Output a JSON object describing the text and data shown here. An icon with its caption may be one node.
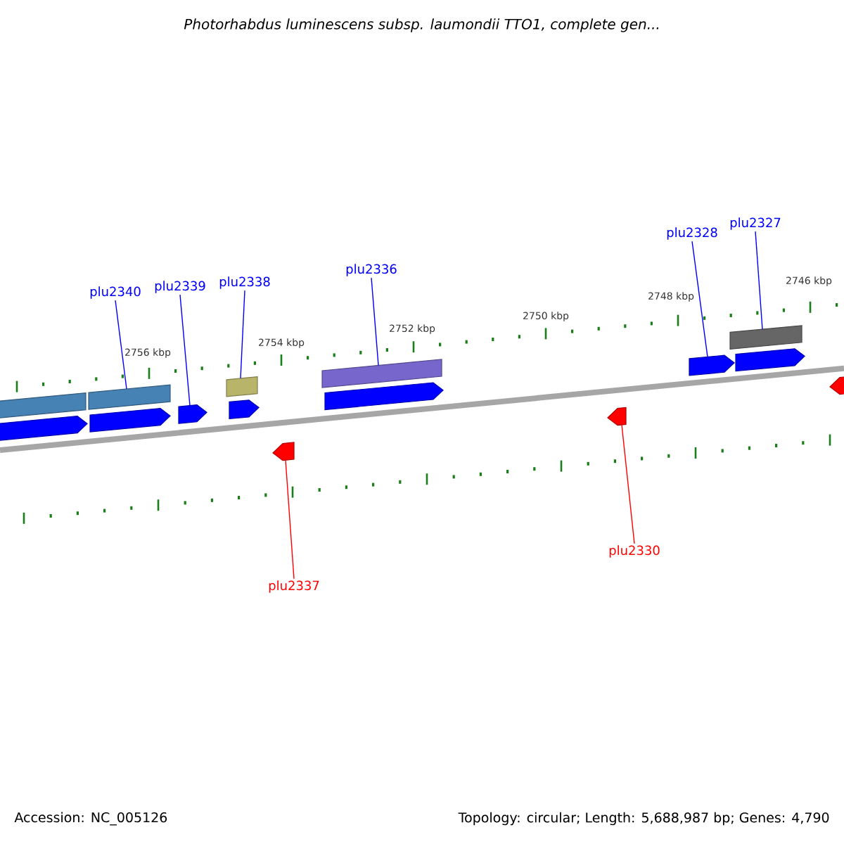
{
  "diagram": {
    "title": "Photorhabdus luminescens subsp. laumondii TTO1, complete gen...",
    "nodes": [
      {
        "text": [
          "plu2340"
        ]
      },
      {
        "text": [
          "plu2339"
        ]
      },
      {
        "text": [
          "plu2338"
        ]
      },
      {
        "text": [
          "plu2336"
        ]
      },
      {
        "text": [
          "plu2328"
        ]
      },
      {
        "text": [
          "plu2327"
        ]
      },
      {
        "text": [
          "plu2337"
        ]
      },
      {
        "text": [
          "plu2330"
        ]
      },
      {
        "text": [],
        "shape": "pentagon"
      },
      {
        "text": [],
        "shape": "pentagon"
      },
      {
        "text": [],
        "shape": "pentagon"
      },
      {
        "text": [],
        "shape": "pentagon"
      },
      {
        "text": [],
        "shape": "pentagon"
      },
      {
        "text": [],
        "shape": "pentagon"
      },
      {
        "text": [],
        "shape": "pentagon"
      },
      {
        "text": [],
        "shape": "bar"
      },
      {
        "text": [],
        "shape": "bar"
      },
      {
        "text": [],
        "shape": "bar"
      },
      {
        "text": [],
        "shape": "bar"
      },
      {
        "text": [],
        "shape": "bar"
      },
      {
        "text": [],
        "shape": "pentagon"
      },
      {
        "text": [],
        "shape": "pentagon"
      },
      {
        "text": [],
        "shape": "pentagon"
      }
    ],
    "edges": [
      {
        "from": 0,
        "to": 16,
        "arrow": "none"
      },
      {
        "from": 1,
        "to": 10,
        "arrow": "none"
      },
      {
        "from": 2,
        "to": 17,
        "arrow": "none"
      },
      {
        "from": 3,
        "to": 18,
        "arrow": "none"
      },
      {
        "from": 4,
        "to": 13,
        "arrow": "none"
      },
      {
        "from": 5,
        "to": 19,
        "arrow": "none"
      },
      {
        "from": 6,
        "to": 20,
        "arrow": "none",
        "color": "#ff0000"
      },
      {
        "from": 7,
        "to": 21,
        "arrow": "none",
        "color": "#ff0000"
      }
    ],
    "labels": [
      "2746 kbp",
      "2748 kbp",
      "2750 kbp",
      "2752 kbp",
      "2754 kbp",
      "2756 kbp",
      "Accession: NC_005126",
      "Topology: circular; Length: 5,688,987 bp; Genes: 4,790"
    ]
  }
}
